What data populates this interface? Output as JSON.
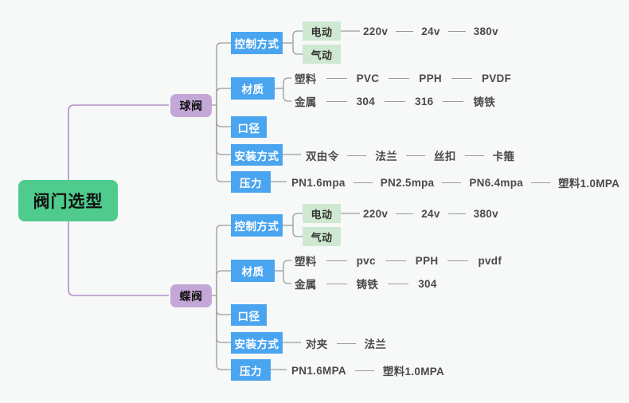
{
  "mindmap": {
    "title": "阀门选型",
    "colors": {
      "background": "#f7f8f8",
      "root": "#4ecb8d",
      "branch": "#c3a7d6",
      "category": "#4aa5f0",
      "subnode": "#cfe8d1",
      "root_link": "#b18fc7",
      "link": "#9a9a9a",
      "leaf_text": "#4a4a4a"
    },
    "root": {
      "label": "阀门选型"
    },
    "branches": [
      {
        "label": "球阀",
        "categories": [
          {
            "label": "控制方式",
            "subnodes": [
              {
                "label": "电动",
                "leaves": [
                  "220v",
                  "24v",
                  "380v"
                ]
              },
              {
                "label": "气动",
                "leaves": []
              }
            ],
            "leaves": []
          },
          {
            "label": "材质",
            "subnodes": [],
            "groups": [
              {
                "label": "塑料",
                "leaves": [
                  "PVC",
                  "PPH",
                  "PVDF"
                ]
              },
              {
                "label": "金属",
                "leaves": [
                  "304",
                  "316",
                  "铸铁"
                ]
              }
            ],
            "leaves": []
          },
          {
            "label": "口径",
            "subnodes": [],
            "leaves": []
          },
          {
            "label": "安装方式",
            "subnodes": [],
            "leaves": [
              "双由令",
              "法兰",
              "丝扣",
              "卡箍"
            ]
          },
          {
            "label": "压力",
            "subnodes": [],
            "leaves": [
              "PN1.6mpa",
              "PN2.5mpa",
              "PN6.4mpa",
              "塑料1.0MPA"
            ]
          }
        ]
      },
      {
        "label": "蝶阀",
        "categories": [
          {
            "label": "控制方式",
            "subnodes": [
              {
                "label": "电动",
                "leaves": [
                  "220v",
                  "24v",
                  "380v"
                ]
              },
              {
                "label": "气动",
                "leaves": []
              }
            ],
            "leaves": []
          },
          {
            "label": "材质",
            "subnodes": [],
            "groups": [
              {
                "label": "塑料",
                "leaves": [
                  "pvc",
                  "PPH",
                  "pvdf"
                ]
              },
              {
                "label": "金属",
                "leaves": [
                  "铸铁",
                  "304"
                ]
              }
            ],
            "leaves": []
          },
          {
            "label": "口径",
            "subnodes": [],
            "leaves": []
          },
          {
            "label": "安装方式",
            "subnodes": [],
            "leaves": [
              "对夹",
              "法兰"
            ]
          },
          {
            "label": "压力",
            "subnodes": [],
            "leaves": [
              "PN1.6MPA",
              "塑料1.0MPA"
            ]
          }
        ]
      }
    ]
  }
}
